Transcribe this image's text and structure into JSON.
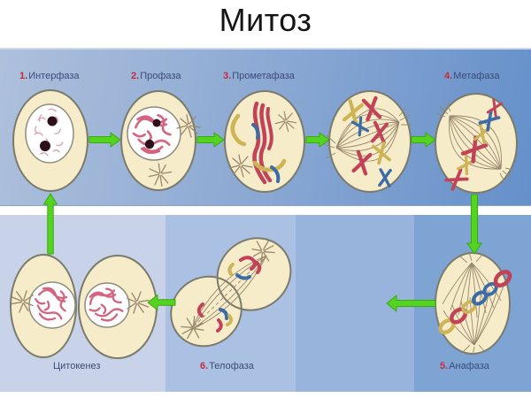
{
  "title": "Митоз",
  "stages": [
    {
      "num": "1.",
      "name": "Интерфаза"
    },
    {
      "num": "2.",
      "name": "Профаза"
    },
    {
      "num": "3.",
      "name": "Прометафаза"
    },
    {
      "num": "4.",
      "name": "Метафаза"
    },
    {
      "num": "5.",
      "name": "Анафаза"
    },
    {
      "num": "6.",
      "name": "Телофаза"
    },
    {
      "num": "",
      "name": "Цитокенез"
    }
  ],
  "colors": {
    "bandA": "#aec0dc",
    "bandB": "#87a6d2",
    "bandC": "#6590ca",
    "panel1": "#c8d2e9",
    "panel2": "#abc1e3",
    "panel3": "#98b4dd",
    "panel4": "#7ea4d4",
    "cellfill": "#f7ecca",
    "cellstroke": "#7b7b6b",
    "nucstroke": "#8d8d7d",
    "chromatin": "#dca4b6",
    "chromatindense": "#d4647f",
    "nucleolus": "#2d1019",
    "fiber": "#97876d",
    "chromred": "#c24257",
    "chromyellow": "#cdb556",
    "chromblue": "#3c6ca8",
    "arrow": "#55d321",
    "arrowdark": "#3aa90f",
    "labelred": "#c92a3c",
    "labelnavy": "#3c4a78"
  }
}
